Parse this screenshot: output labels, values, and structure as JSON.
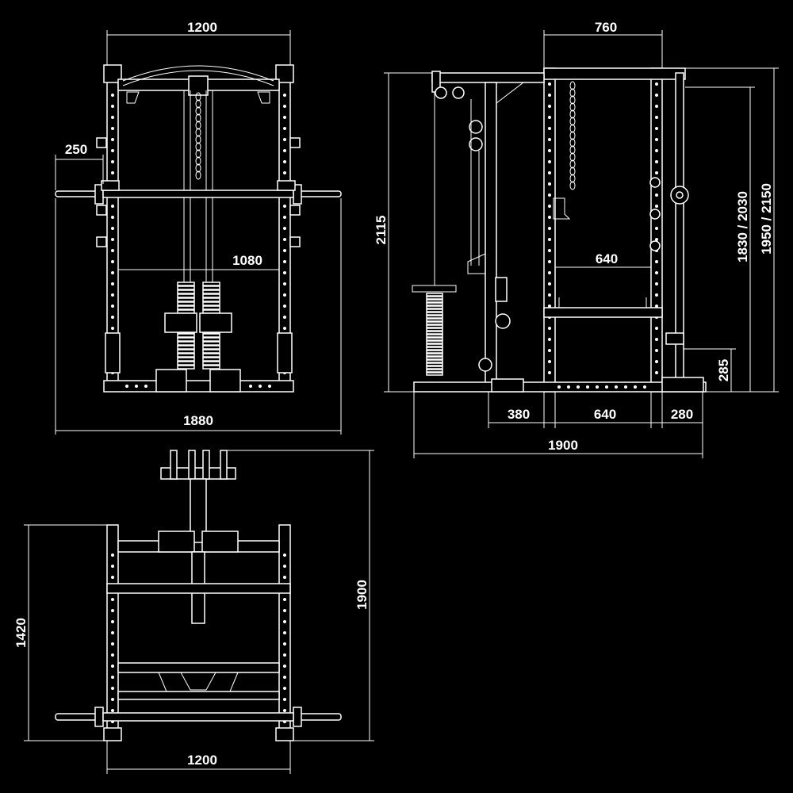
{
  "colors": {
    "background": "#000000",
    "line": "#ffffff"
  },
  "front_view": {
    "width_top": "1200",
    "bar_overhang": "250",
    "inner_width": "1080",
    "total_width": "1880"
  },
  "side_view": {
    "depth_top": "760",
    "height": "2115",
    "inner_depth": "640",
    "pullup_heights": "1830 / 2030",
    "total_heights": "1950 / 2150",
    "base_height": "285",
    "rear_section": "380",
    "base_depth": "640",
    "front_section": "280",
    "total_depth": "1900"
  },
  "top_view": {
    "frame_depth": "1420",
    "total_depth": "1900",
    "width": "1200"
  }
}
